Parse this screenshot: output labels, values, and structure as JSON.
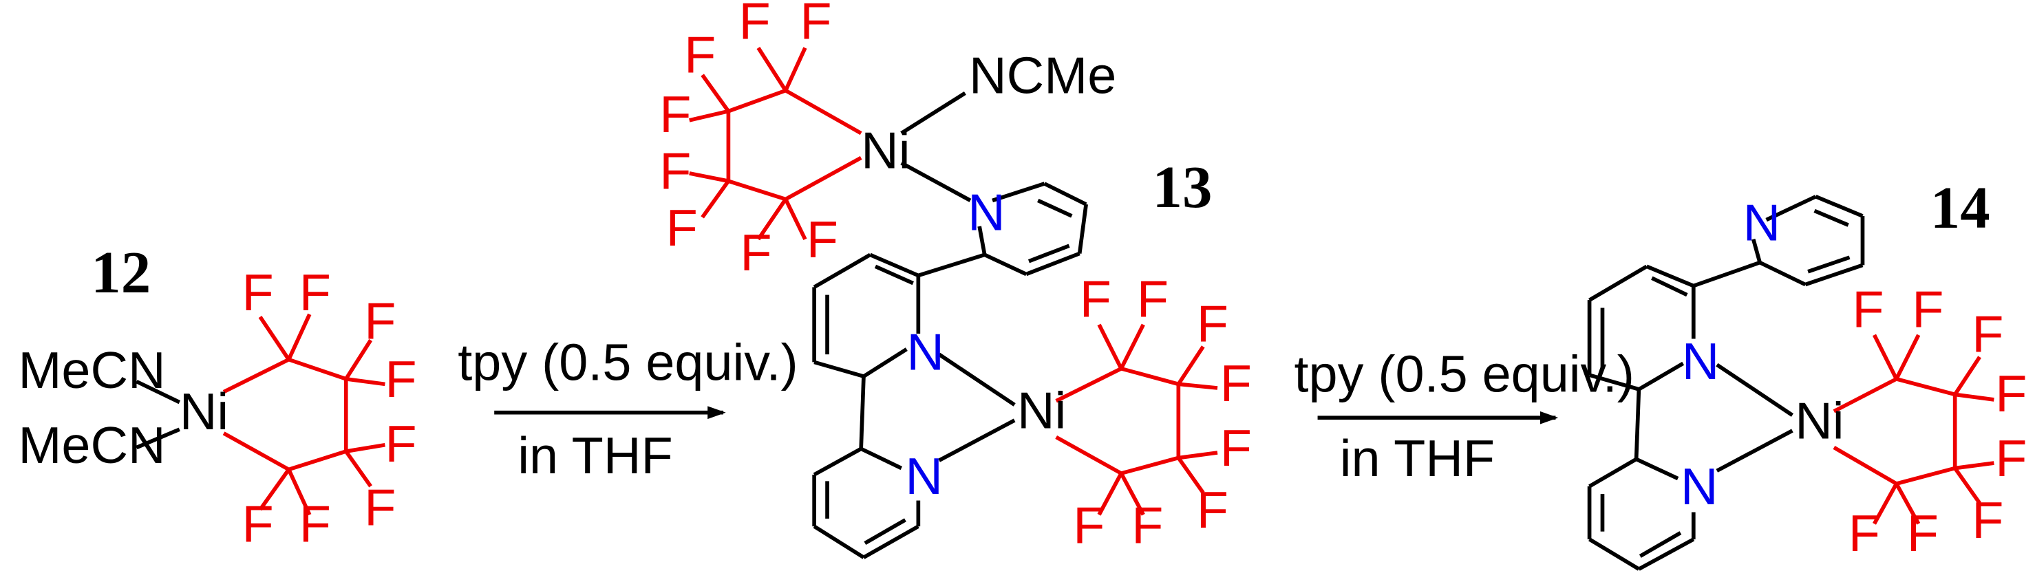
{
  "compounds": [
    {
      "number": "12"
    },
    {
      "number": "13"
    },
    {
      "number": "14"
    }
  ],
  "steps": [
    {
      "reagent": "tpy (0.5 equiv.)",
      "solvent": "in THF"
    },
    {
      "reagent": "tpy (0.5 equiv.)",
      "solvent": "in THF"
    }
  ],
  "atom_text": {
    "metal": "Ni",
    "fluorine": "F",
    "nitrogen": "N",
    "nitrile_left": "MeCN",
    "nitrile_right": "NCMe"
  },
  "colors": {
    "bond": "#000000",
    "perfluoro": "#ee0000",
    "nitrogen": "#0000ee"
  }
}
